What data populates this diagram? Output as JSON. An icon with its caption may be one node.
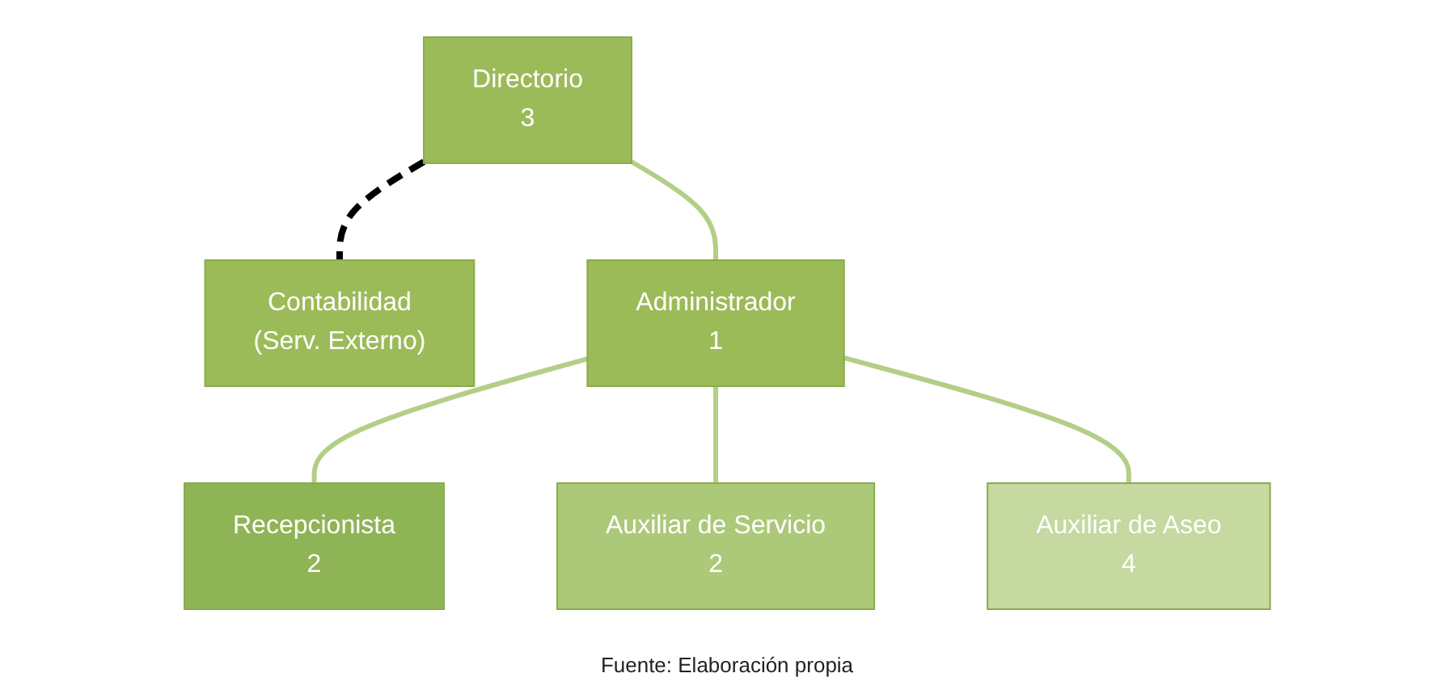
{
  "diagram": {
    "caption": "Fuente: Elaboración propia",
    "nodes": [
      {
        "text": [
          "Directorio",
          "3"
        ]
      },
      {
        "text": [
          "Contabilidad",
          "(Serv. Externo)"
        ]
      },
      {
        "text": [
          "Administrador",
          "1"
        ]
      },
      {
        "text": [
          "Recepcionista",
          "2"
        ]
      },
      {
        "text": [
          "Auxiliar de Servicio",
          "2"
        ]
      },
      {
        "text": [
          "Auxiliar de Aseo",
          "4"
        ]
      }
    ],
    "edges": [
      {
        "from": 0,
        "to": 2,
        "arrow": "none"
      },
      {
        "from": 0,
        "to": 1,
        "arrow": "none",
        "style": "dashed",
        "color": "#000000"
      },
      {
        "from": 2,
        "to": 3,
        "arrow": "none"
      },
      {
        "from": 2,
        "to": 4,
        "arrow": "none"
      },
      {
        "from": 2,
        "to": 5,
        "arrow": "none"
      }
    ]
  }
}
